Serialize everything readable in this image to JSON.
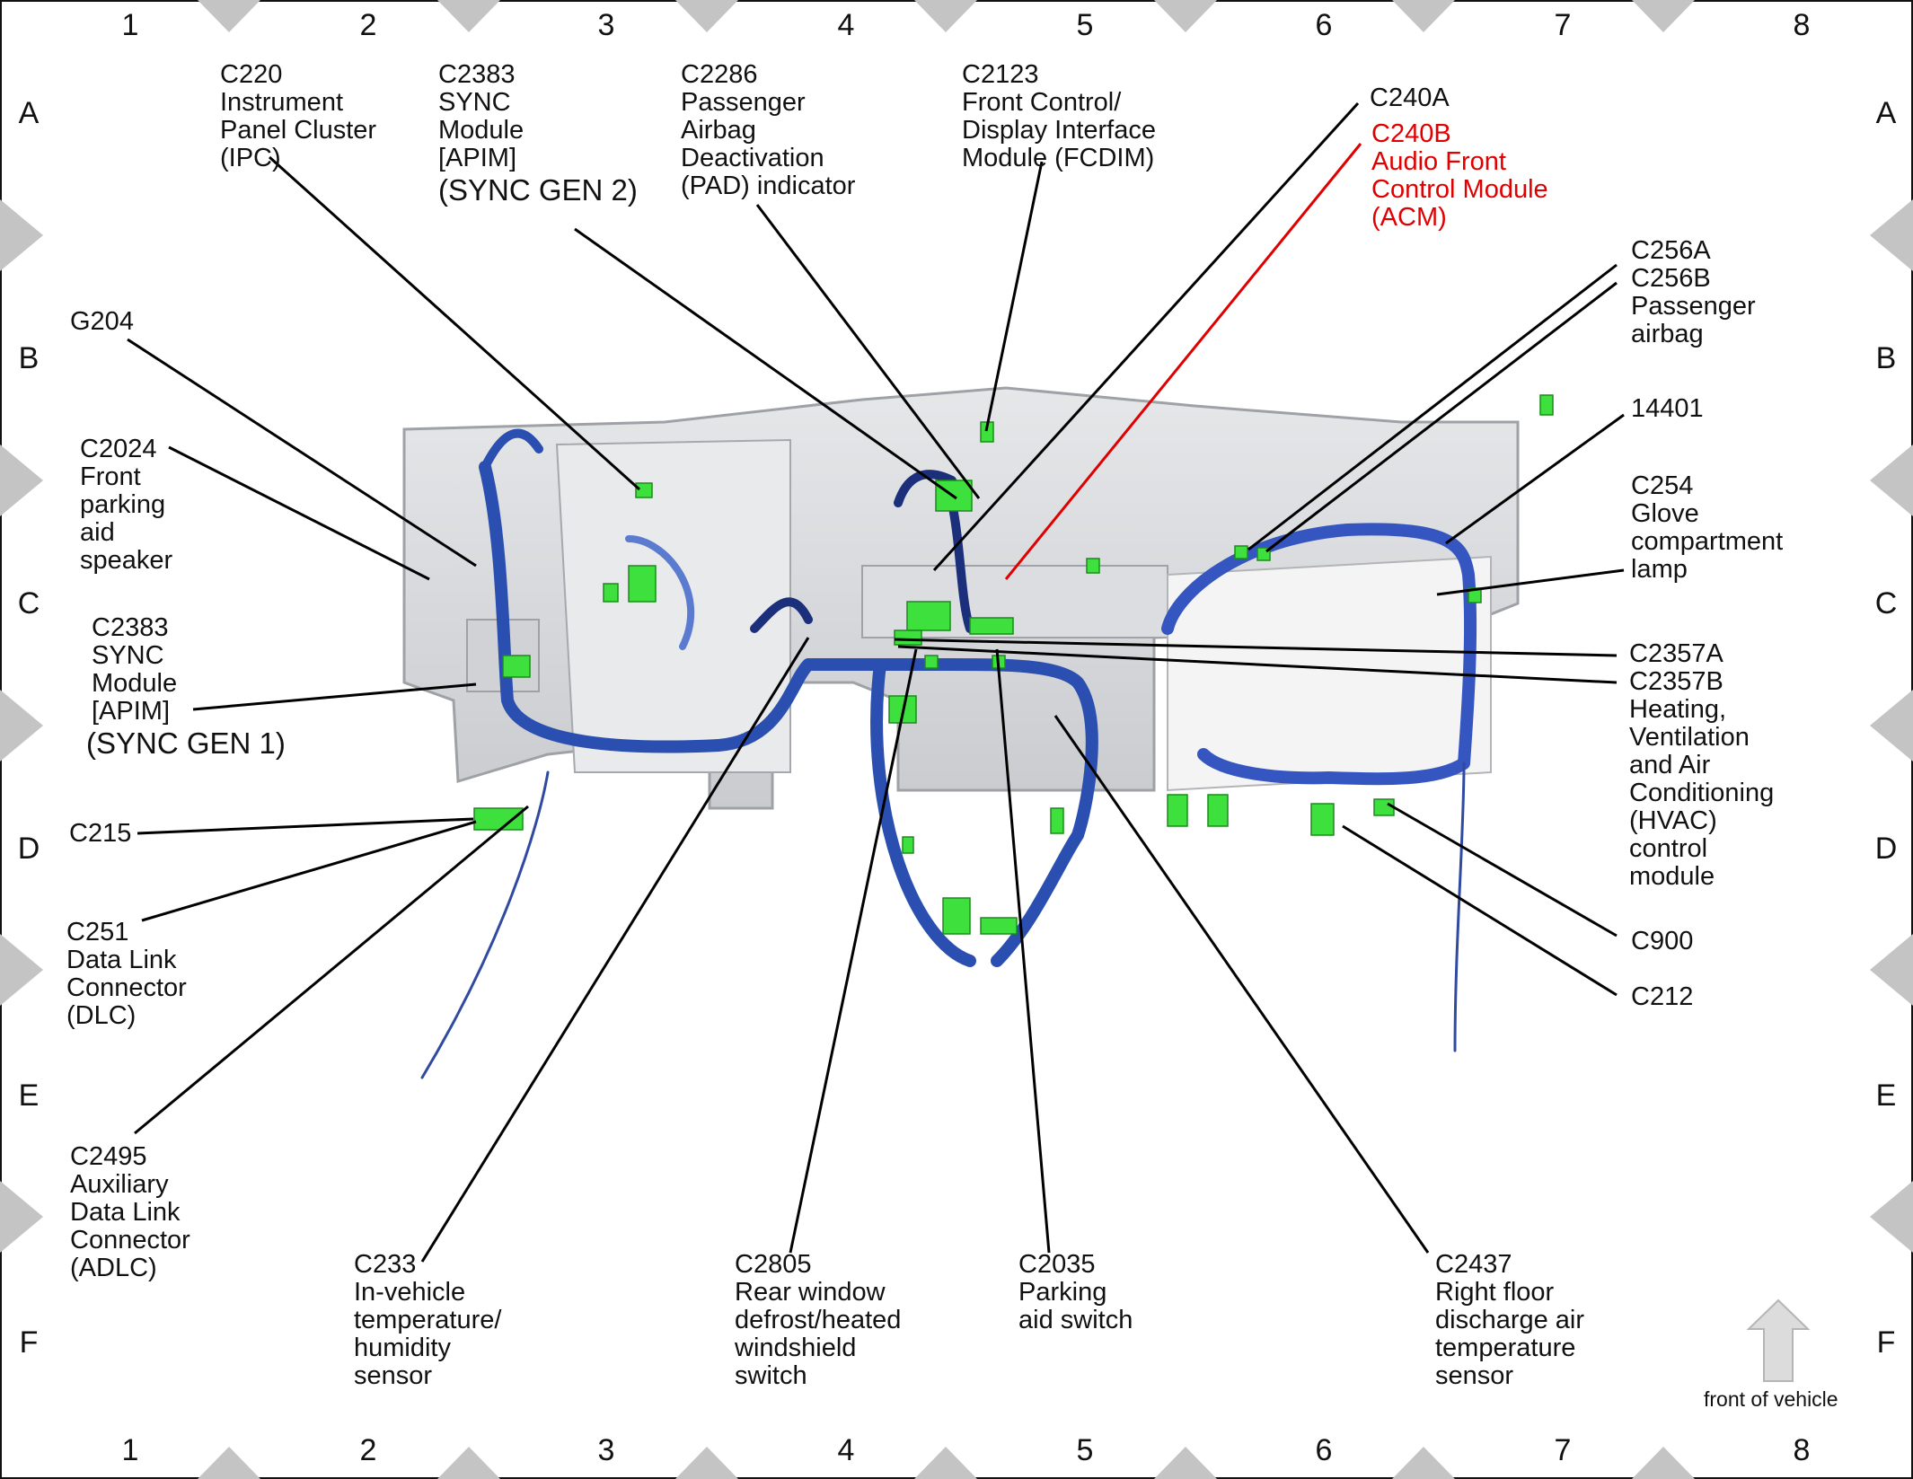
{
  "grid": {
    "columns": [
      "1",
      "2",
      "3",
      "4",
      "5",
      "6",
      "7",
      "8"
    ],
    "rows": [
      "A",
      "B",
      "C",
      "D",
      "E",
      "F"
    ]
  },
  "callouts": {
    "c220": [
      "C220",
      "Instrument",
      "Panel Cluster",
      "(IPC)"
    ],
    "c2383_gen2": [
      "C2383",
      "SYNC",
      "Module",
      "[APIM]"
    ],
    "c2383_gen2_note": "(SYNC GEN 2)",
    "c2286": [
      "C2286",
      "Passenger",
      "Airbag",
      "Deactivation",
      "(PAD) indicator"
    ],
    "c2123": [
      "C2123",
      "Front Control/",
      "Display Interface",
      "Module (FCDIM)"
    ],
    "c240a": [
      "C240A"
    ],
    "c240b": [
      "C240B",
      "Audio Front",
      "Control Module",
      "(ACM)"
    ],
    "c256": [
      "C256A",
      "C256B",
      "Passenger",
      "airbag"
    ],
    "g204": [
      "G204"
    ],
    "c2024": [
      "C2024",
      "Front",
      "parking",
      "aid",
      "speaker"
    ],
    "n14401": [
      "14401"
    ],
    "c254": [
      "C254",
      "Glove",
      "compartment",
      "lamp"
    ],
    "c2383_gen1": [
      "C2383",
      "SYNC",
      "Module",
      "[APIM]"
    ],
    "c2383_gen1_note": "(SYNC GEN 1)",
    "c2357": [
      "C2357A",
      "C2357B",
      "Heating,",
      "Ventilation",
      "and Air",
      "Conditioning",
      "(HVAC)",
      "control",
      "module"
    ],
    "c215": [
      "C215"
    ],
    "c900": [
      "C900"
    ],
    "c212": [
      "C212"
    ],
    "c251": [
      "C251",
      "Data Link",
      "Connector",
      "(DLC)"
    ],
    "c2495": [
      "C2495",
      "Auxiliary",
      "Data Link",
      "Connector",
      "(ADLC)"
    ],
    "c233": [
      "C233",
      "In-vehicle",
      "temperature/",
      "humidity",
      "sensor"
    ],
    "c2805": [
      "C2805",
      "Rear window",
      "defrost/heated",
      "windshield",
      "switch"
    ],
    "c2035": [
      "C2035",
      "Parking",
      "aid switch"
    ],
    "c2437": [
      "C2437",
      "Right floor",
      "discharge air",
      "temperature",
      "sensor"
    ]
  },
  "front_arrow_label": "front of vehicle",
  "colors": {
    "harness": "#2a4fb0",
    "harness_dark": "#1c2f7a",
    "connector": "#3de03d",
    "dashboard": "#d6d8db",
    "callout_highlight": "#e00000",
    "border_triangle": "#c4c4c4"
  }
}
